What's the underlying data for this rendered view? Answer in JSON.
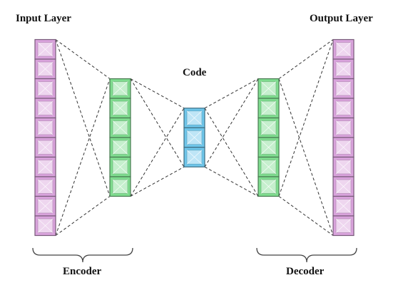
{
  "labels": {
    "input_layer": "Input Layer",
    "output_layer": "Output Layer",
    "code": "Code",
    "encoder": "Encoder",
    "decoder": "Decoder"
  },
  "layers": [
    {
      "name": "input-layer",
      "units": 10,
      "color": "#d9a3dc"
    },
    {
      "name": "encoder-hidden-layer",
      "units": 6,
      "color": "#7fdc8f"
    },
    {
      "name": "code-layer",
      "units": 3,
      "color": "#6fc6ea"
    },
    {
      "name": "decoder-hidden-layer",
      "units": 6,
      "color": "#7fdc8f"
    },
    {
      "name": "output-layer",
      "units": 10,
      "color": "#d9a3dc"
    }
  ],
  "colors": {
    "input_output": "#d9a3dc",
    "hidden": "#7fdc8f",
    "code": "#6fc6ea",
    "connection": "#333333"
  }
}
